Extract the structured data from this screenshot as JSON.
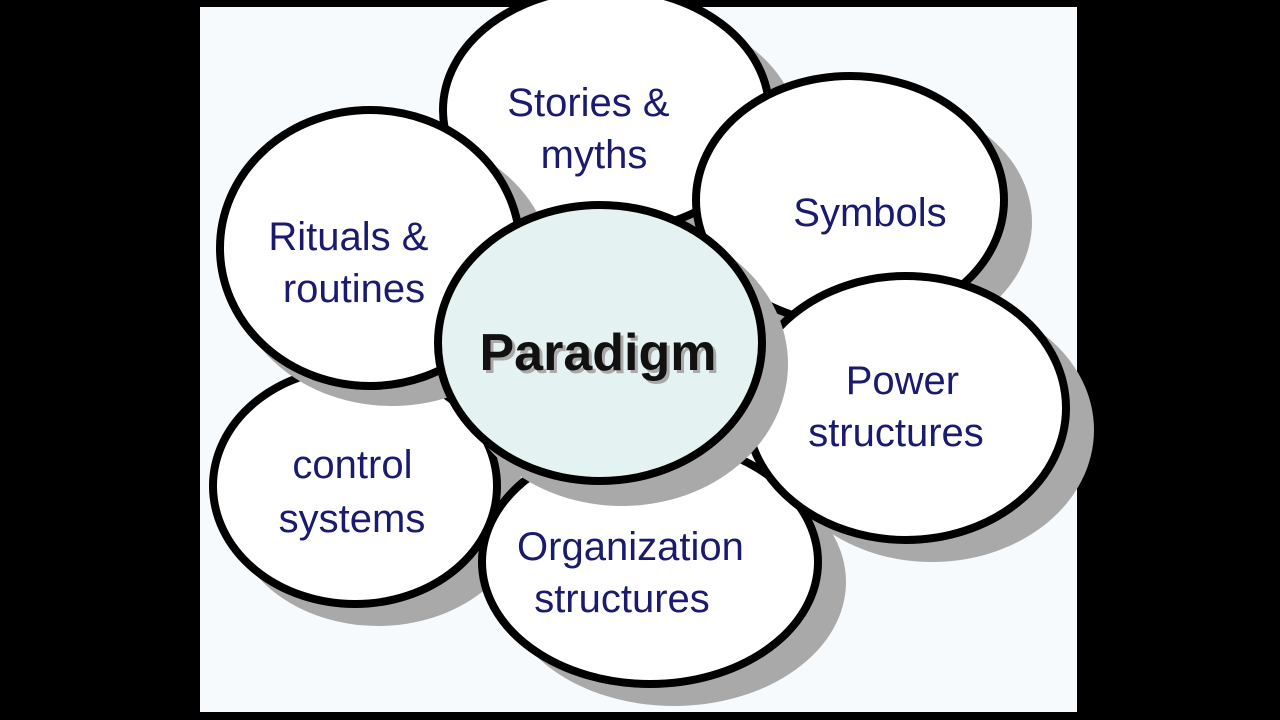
{
  "colors": {
    "frame_background": "#000000",
    "slide_background": "#f6fafd",
    "bubble_fill": "#ffffff",
    "bubble_outline": "#000000",
    "bubble_shadow": "#a9a9a9",
    "center_fill": "#e4f2f2",
    "label_color": "#1a1a6e",
    "center_label_color": "#111111"
  },
  "diagram": {
    "center": {
      "label_lines": [
        "Paradigm"
      ]
    },
    "elements": [
      {
        "id": "control-systems",
        "label_lines": [
          "control",
          "systems"
        ]
      },
      {
        "id": "stories-myths",
        "label_lines": [
          "Stories &",
          "myths"
        ]
      },
      {
        "id": "symbols",
        "label_lines": [
          "Symbols"
        ]
      },
      {
        "id": "rituals-routines",
        "label_lines": [
          "Rituals &",
          "routines"
        ]
      },
      {
        "id": "organization-structures",
        "label_lines": [
          "Organization",
          "structures"
        ]
      },
      {
        "id": "power-structures",
        "label_lines": [
          "Power",
          "structures"
        ]
      }
    ]
  }
}
